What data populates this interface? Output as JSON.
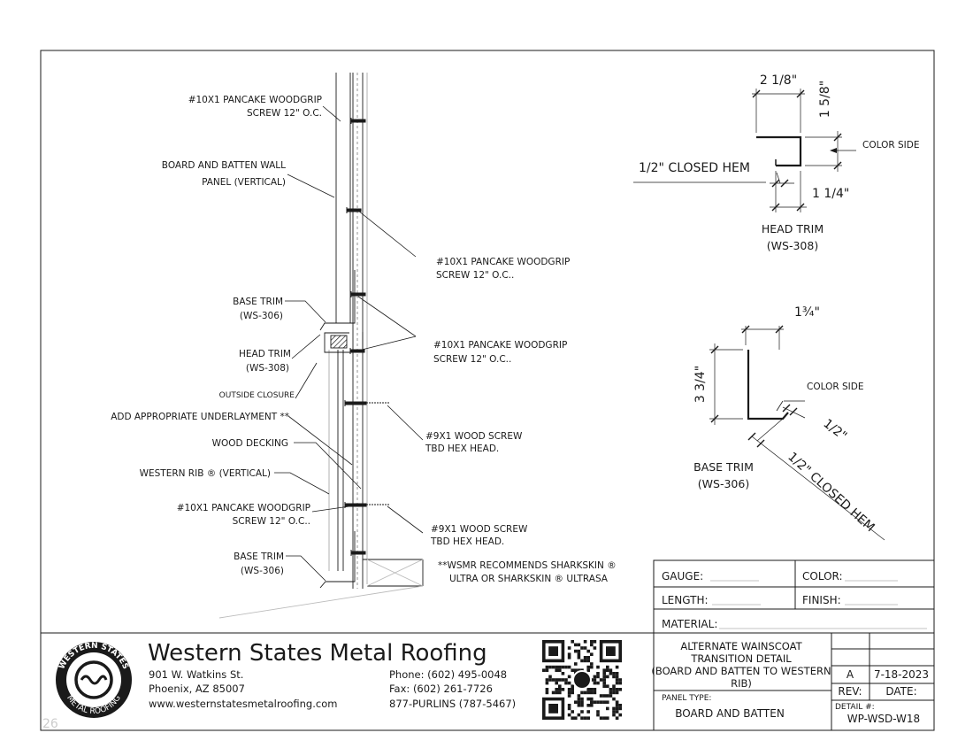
{
  "detail": {
    "labels": {
      "screw_top_1": "#10X1 PANCAKE WOODGRIP",
      "screw_top_2": "SCREW 12\" O.C.",
      "bb_panel_1": "BOARD AND BATTEN WALL",
      "bb_panel_2": "PANEL (VERTICAL)",
      "screw_mid_1": "#10X1 PANCAKE WOODGRIP",
      "screw_mid_2": "SCREW 12\" O.C..",
      "base_trim_1": "BASE TRIM",
      "base_trim_2": "(WS-306)",
      "head_trim_1": "HEAD TRIM",
      "head_trim_2": "(WS-308)",
      "screw_pair_1": "#10X1 PANCAKE WOODGRIP",
      "screw_pair_2": "SCREW 12\" O.C..",
      "outside_closure": "OUTSIDE CLOSURE",
      "underlayment": "ADD APPROPRIATE UNDERLAYMENT **",
      "wood_decking": "WOOD DECKING",
      "wood_screw_a_1": "#9X1 WOOD SCREW",
      "wood_screw_a_2": "TBD HEX HEAD.",
      "western_rib": "WESTERN RIB ® (VERTICAL)",
      "screw_low_1": "#10X1 PANCAKE WOODGRIP",
      "screw_low_2": "SCREW 12\" O.C..",
      "wood_screw_b_1": "#9X1 WOOD SCREW",
      "wood_screw_b_2": "TBD HEX HEAD.",
      "base_trim_low_1": "BASE TRIM",
      "base_trim_low_2": "(WS-306)",
      "note_1": "**WSMR RECOMMENDS SHARKSKIN ®",
      "note_2": "ULTRA OR SHARKSKIN ® ULTRASA"
    },
    "head_trim_profile": {
      "dim_top": "2 1/8\"",
      "dim_side": "1 5/8\"",
      "color_side": "COLOR SIDE",
      "hem": "1/2\" CLOSED HEM",
      "dim_bottom": "1 1/4\"",
      "title_1": "HEAD TRIM",
      "title_2": "(WS-308)"
    },
    "base_trim_profile": {
      "dim_top": "1¾\"",
      "dim_side": "3 3/4\"",
      "color_side": "COLOR SIDE",
      "dim_half": "1/2\"",
      "hem": "1/2\" CLOSED HEM",
      "title_1": "BASE TRIM",
      "title_2": "(WS-306)"
    }
  },
  "title_block": {
    "gauge": "GAUGE:",
    "color": "COLOR:",
    "length": "LENGTH:",
    "finish": "FINISH:",
    "material": "MATERIAL:",
    "title_lines": [
      "ALTERNATE WAINSCOAT",
      "TRANSITION DETAIL",
      "(BOARD AND BATTEN TO WESTERN",
      "RIB)"
    ],
    "rev_value": "A",
    "date_value": "7-18-2023",
    "rev_label": "REV:",
    "date_label": "DATE:",
    "panel_type_label": "PANEL TYPE:",
    "panel_type": "BOARD AND BATTEN",
    "detail_label": "DETAIL #:",
    "detail_number": "WP-WSD-W18"
  },
  "company": {
    "name": "Western States Metal Roofing",
    "address_1": "901 W. Watkins St.",
    "address_2": "Phoenix, AZ 85007",
    "website": "www.westernstatesmetalroofing.com",
    "phone": "Phone: (602) 495-0048",
    "fax": "Fax: (602) 261-7726",
    "tollfree": "877-PURLINS (787-5467)",
    "logo_top": "WESTERN STATES",
    "logo_bottom": "METAL ROOFING"
  },
  "page_number": "26",
  "colors": {
    "line": "#1a1a1a",
    "hatch": "#555555",
    "background": "#ffffff"
  }
}
